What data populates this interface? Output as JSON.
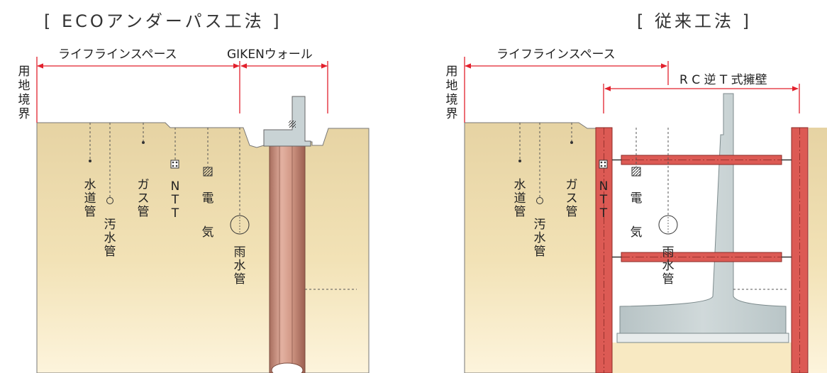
{
  "left": {
    "title": "[ ECOアンダーパス工法 ]",
    "boundary_label": [
      "用",
      "地",
      "境",
      "界"
    ],
    "lifeline_space": "ライフラインスペース",
    "wall_label": "GIKENウォール",
    "utilities": {
      "water": [
        "水",
        "道",
        "管"
      ],
      "sewer": [
        "汚",
        "水",
        "管"
      ],
      "gas": [
        "ガ",
        "ス",
        "管"
      ],
      "ntt": [
        "N",
        "T",
        "T"
      ],
      "electric": [
        "電",
        "気"
      ],
      "rain": [
        "雨",
        "水",
        "管"
      ]
    }
  },
  "right": {
    "title": "[ 従来工法 ]",
    "boundary_label": [
      "用",
      "地",
      "境",
      "界"
    ],
    "lifeline_space": "ライフラインスペース",
    "wall_label": "R C 逆 T 式擁壁",
    "utilities": {
      "water": [
        "水",
        "道",
        "管"
      ],
      "sewer": [
        "汚",
        "水",
        "管"
      ],
      "gas": [
        "ガ",
        "ス",
        "管"
      ],
      "ntt": [
        "N",
        "T",
        "T"
      ],
      "electric": [
        "電",
        "気"
      ],
      "rain": [
        "雨",
        "水",
        "管"
      ]
    }
  },
  "colors": {
    "soil_top": "#e6d3a3",
    "soil_bottom": "#fdf3d8",
    "pile": "#c88a78",
    "steel": "#dc5a54",
    "concrete": "#c4cfd0",
    "dimension": "#e2202c"
  }
}
